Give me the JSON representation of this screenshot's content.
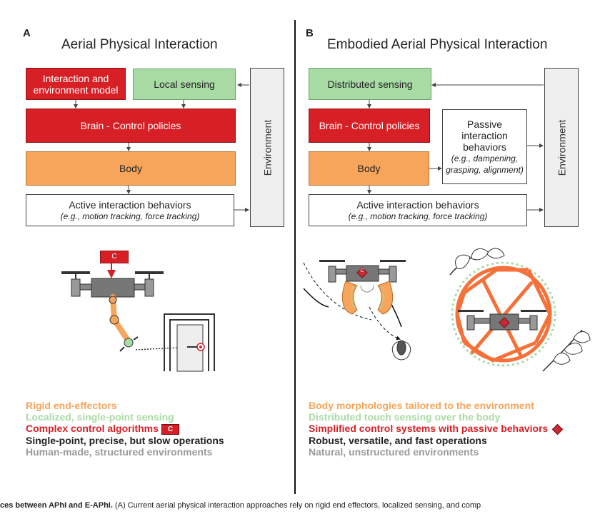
{
  "panelA": {
    "letter": "A",
    "title": "Aerial Physical Interaction",
    "boxes": {
      "model": "Interaction and environment model",
      "local_sensing": "Local sensing",
      "brain": "Brain - Control policies",
      "body": "Body",
      "active": "Active interaction behaviors",
      "active_sub": "(e.g., motion tracking, force tracking)",
      "environment": "Environment"
    },
    "controller_label": "C",
    "summary": [
      {
        "text": "Rigid end-effectors",
        "color": "#f6a55a"
      },
      {
        "text": "Localized, single-point sensing",
        "color": "#a9dba5"
      },
      {
        "text": "Complex control algorithms",
        "color": "#d71f26",
        "badge": "C"
      },
      {
        "text": "Single-point, precise, but slow operations",
        "color": "#222222"
      },
      {
        "text": "Human-made, structured environments",
        "color": "#9a9a9a"
      }
    ]
  },
  "panelB": {
    "letter": "B",
    "title": "Embodied Aerial Physical Interaction",
    "boxes": {
      "distributed": "Distributed sensing",
      "brain": "Brain - Control policies",
      "body": "Body",
      "passive": "Passive interaction behaviors",
      "passive_sub": "(e.g., dampening, grasping, alignment)",
      "active": "Active interaction behaviors",
      "active_sub": "(e.g., motion tracking, force tracking)",
      "environment": "Environment"
    },
    "drone_label": "C",
    "summary": [
      {
        "text": "Body morphologies tailored to the environment",
        "color": "#f6a55a"
      },
      {
        "text": "Distributed touch sensing over the body",
        "color": "#a9dba5"
      },
      {
        "text": "Simplified control systems with passive behaviors",
        "color": "#d71f26",
        "diamond": true
      },
      {
        "text": "Robust, versatile, and fast operations",
        "color": "#222222"
      },
      {
        "text": "Natural, unstructured environments",
        "color": "#9a9a9a"
      }
    ]
  },
  "caption": {
    "bold": "ces between APhI and E-APhI.",
    "rest": " (A) Current aerial physical interaction approaches rely on rigid end effectors, localized sensing, and comp"
  }
}
